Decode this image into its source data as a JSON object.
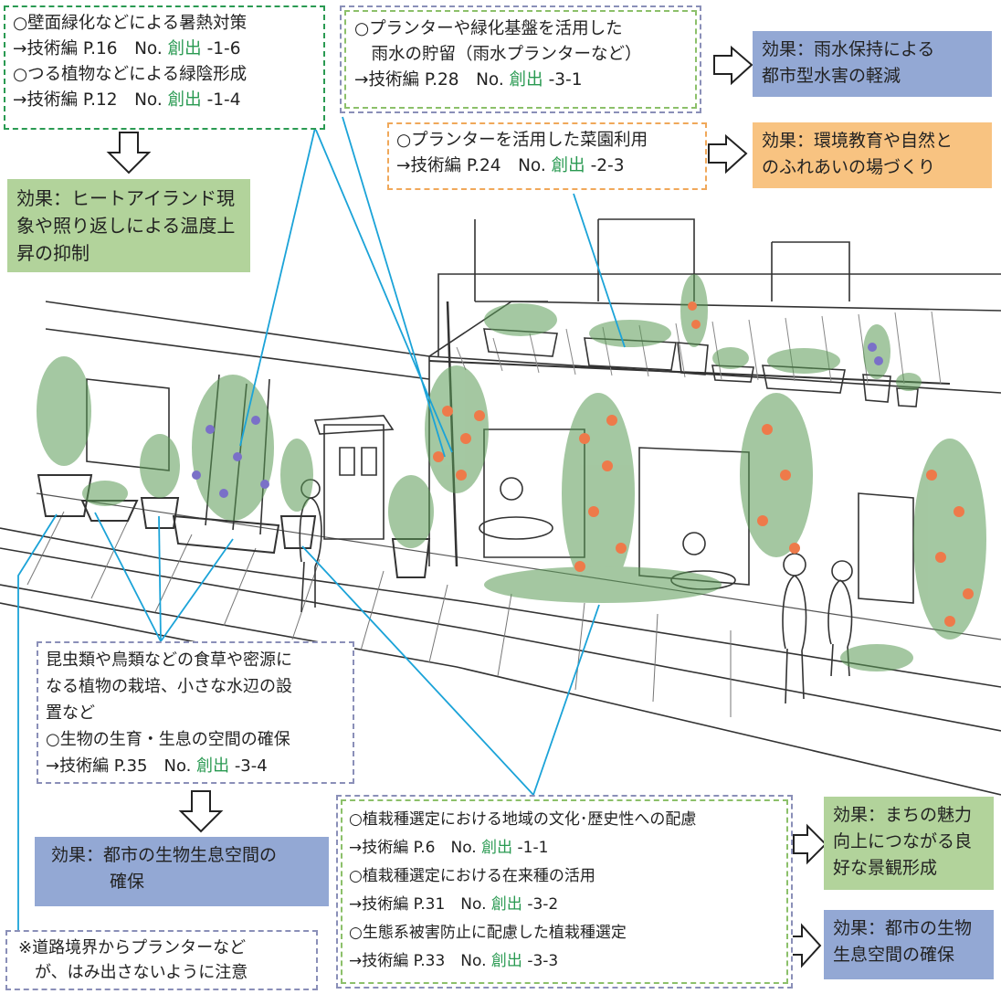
{
  "top_left": {
    "lines": [
      {
        "pre": "○壁面緑化などによる暑熱対策",
        "ref": "",
        "post": ""
      },
      {
        "pre": "→技術編 P.16　No. ",
        "ref": "創出",
        "post": " -1-6"
      },
      {
        "pre": "○つる植物などによる緑陰形成",
        "ref": "",
        "post": ""
      },
      {
        "pre": "→技術編 P.12　No. ",
        "ref": "創出",
        "post": " -1-4"
      }
    ]
  },
  "top_left_effect": {
    "text": "効果：ヒートアイランド現象や照り返しによる温度上昇の抑制"
  },
  "top_mid": {
    "lines": [
      {
        "pre": "○プランターや緑化基盤を活用した",
        "ref": "",
        "post": ""
      },
      {
        "pre": "　雨水の貯留（雨水プランターなど）",
        "ref": "",
        "post": ""
      },
      {
        "pre": "→技術編 P.28　No. ",
        "ref": "創出",
        "post": " -3-1"
      }
    ]
  },
  "top_right_effect": {
    "lines": [
      "効果：雨水保持による",
      "都市型水害の軽減"
    ]
  },
  "mid_box": {
    "lines": [
      {
        "pre": "○プランターを活用した菜園利用",
        "ref": "",
        "post": ""
      },
      {
        "pre": "→技術編 P.24　No. ",
        "ref": "創出",
        "post": " -2-3"
      }
    ]
  },
  "mid_effect": {
    "lines": [
      "効果：環境教育や自然と",
      "のふれあいの場づくり"
    ]
  },
  "bottom_left": {
    "lines": [
      {
        "pre": "昆虫類や鳥類などの食草や密源に",
        "ref": "",
        "post": ""
      },
      {
        "pre": "なる植物の栽培、小さな水辺の設",
        "ref": "",
        "post": ""
      },
      {
        "pre": "置など",
        "ref": "",
        "post": ""
      },
      {
        "pre": "○生物の生育・生息の空間の確保",
        "ref": "",
        "post": ""
      },
      {
        "pre": "→技術編 P.35　No. ",
        "ref": "創出",
        "post": " -3-4"
      }
    ]
  },
  "bottom_left_effect": {
    "lines": [
      "効果：都市の生物生息空間の",
      "確保"
    ]
  },
  "note": {
    "lines": [
      "※道路境界からプランターなど",
      "が、はみ出さないように注意"
    ]
  },
  "bottom_right": {
    "lines": [
      {
        "pre": "○植栽種選定における地域の文化･歴史性への配慮",
        "ref": "",
        "post": ""
      },
      {
        "pre": "→技術編 P.6　No. ",
        "ref": "創出",
        "post": " -1-1"
      },
      {
        "pre": "○植栽種選定における在来種の活用",
        "ref": "",
        "post": ""
      },
      {
        "pre": "→技術編 P.31　No. ",
        "ref": "創出",
        "post": " -3-2"
      },
      {
        "pre": "○生態系被害防止に配慮した植栽種選定",
        "ref": "",
        "post": ""
      },
      {
        "pre": "→技術編 P.33　No. ",
        "ref": "創出",
        "post": " -3-3"
      }
    ]
  },
  "bottom_right_effect1": {
    "lines": [
      "効果：まちの魅力",
      "向上につながる良",
      "好な景観形成"
    ]
  },
  "bottom_right_effect2": {
    "lines": [
      "効果：都市の生物",
      "生息空間の確保"
    ]
  },
  "colors": {
    "green_border": "#2a9a52",
    "orange_border": "#f0a85a",
    "blue_border": "#8a8fb8",
    "effect_blue": "#93a8d4",
    "effect_orange": "#f8c381",
    "effect_green": "#b2d39b",
    "leader_line": "#1ba3d8",
    "flower": "#ee7a4a"
  }
}
